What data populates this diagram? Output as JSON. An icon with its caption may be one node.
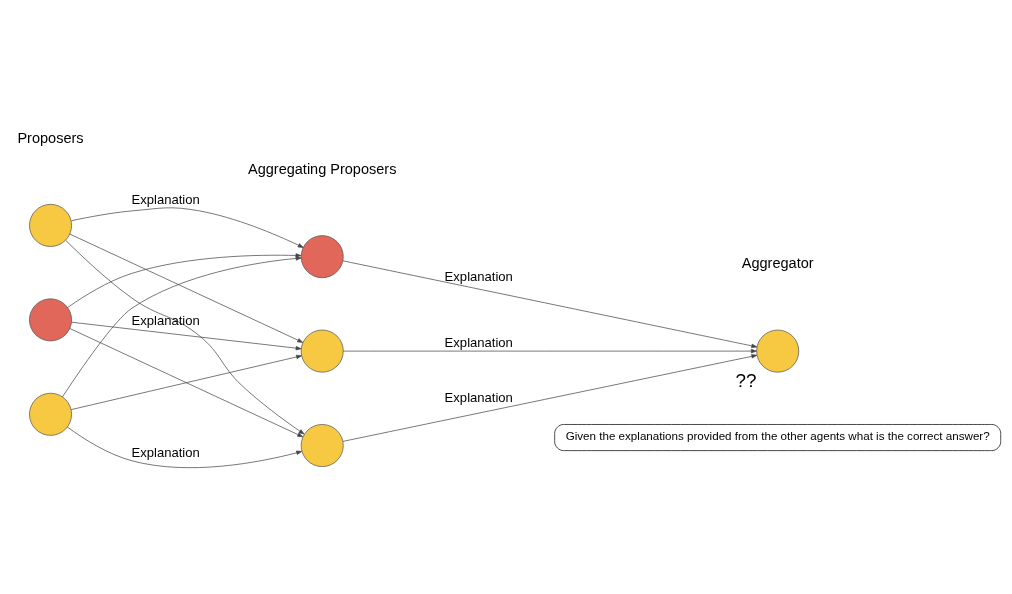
{
  "diagram": {
    "nodes": [
      {
        "text": [],
        "shape": "circle"
      },
      {
        "text": [],
        "shape": "circle"
      },
      {
        "text": [],
        "shape": "circle"
      },
      {
        "text": [],
        "shape": "circle"
      },
      {
        "text": [],
        "shape": "circle"
      },
      {
        "text": [],
        "shape": "circle"
      },
      {
        "text": [],
        "shape": "circle",
        "beside": [
          "??"
        ]
      },
      {
        "text": [
          "Given the explanations provided from the other agents what is the correct answer?"
        ]
      }
    ],
    "edges": [
      {
        "from": 0,
        "to": 3,
        "arrow": "to",
        "label": "Explanation"
      },
      {
        "from": 0,
        "to": 4,
        "arrow": "to"
      },
      {
        "from": 0,
        "to": 5,
        "arrow": "to"
      },
      {
        "from": 1,
        "to": 3,
        "arrow": "to"
      },
      {
        "from": 1,
        "to": 4,
        "arrow": "to",
        "label": "Explanation"
      },
      {
        "from": 1,
        "to": 5,
        "arrow": "to"
      },
      {
        "from": 2,
        "to": 3,
        "arrow": "to"
      },
      {
        "from": 2,
        "to": 4,
        "arrow": "to"
      },
      {
        "from": 2,
        "to": 5,
        "arrow": "to",
        "label": "Explanation"
      },
      {
        "from": 3,
        "to": 6,
        "arrow": "to",
        "label": "Explanation"
      },
      {
        "from": 4,
        "to": 6,
        "arrow": "to",
        "label": "Explanation"
      },
      {
        "from": 5,
        "to": 6,
        "arrow": "to",
        "label": "Explanation"
      }
    ],
    "labels": [
      "Proposers",
      "Aggregating Proposers",
      "Aggregator"
    ]
  }
}
